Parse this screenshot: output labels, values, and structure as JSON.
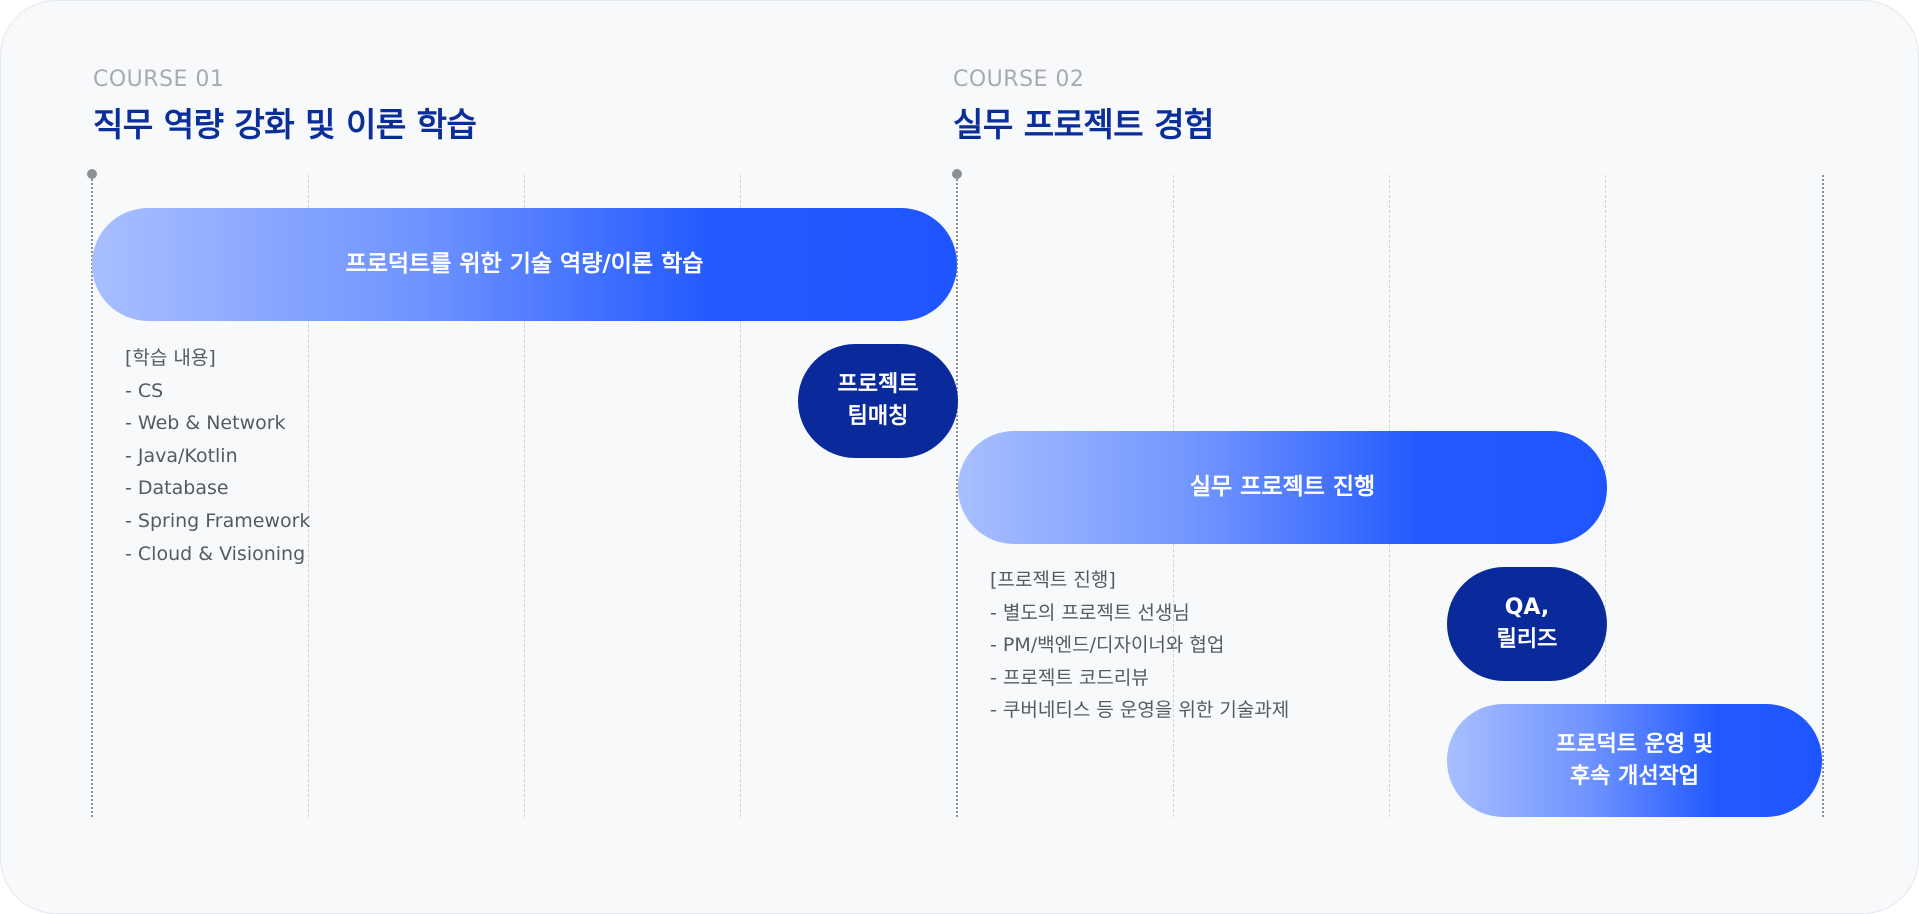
{
  "course1": {
    "label": "COURSE 01",
    "title": "직무 역량 강화 및 이론 학습"
  },
  "course2": {
    "label": "COURSE 02",
    "title": "실무 프로젝트 경험"
  },
  "bars": {
    "theory": "프로덕트를 위한 기술 역량/이론 학습",
    "project": "실무 프로젝트 진행",
    "operation": "프로덕트 운영 및\n후속 개선작업"
  },
  "pills": {
    "team_matching": "프로젝트\n팀매칭",
    "qa_release": "QA,\n릴리즈"
  },
  "learning_notes": [
    "[학습 내용]",
    "- CS",
    "- Web & Network",
    "- Java/Kotlin",
    "- Database",
    "- Spring Framework",
    "- Cloud & Visioning"
  ],
  "project_notes": [
    "[프로젝트 진행]",
    "- 별도의 프로젝트 선생님",
    "- PM/백엔드/디자이너와 협업",
    "- 프로젝트 코드리뷰",
    "- 쿠버네티스 등 운영을 위한 기술과제"
  ],
  "colors": {
    "accent_dark": "#0a2a9c",
    "accent_bright": "#1f55ff",
    "accent_light": "#a8bfff",
    "title": "#0b2e99"
  }
}
